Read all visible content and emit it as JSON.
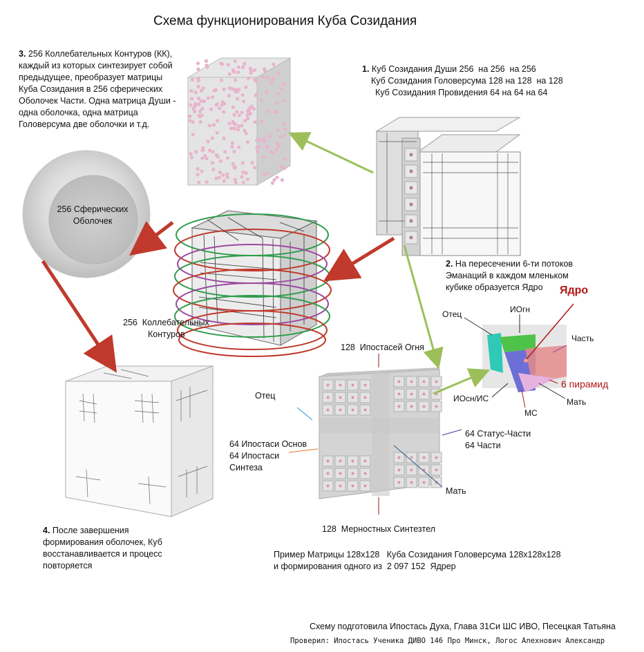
{
  "title": "Схема функционирования Куба Созидания",
  "step1": {
    "num": "1.",
    "line1": "Куб Созидания Души 256  на 256  на 256",
    "line2": "Куб Созидания Головерсума 128 на 128  на 128",
    "line3": "Куб Созидания Провидения 64 на 64 на 64"
  },
  "step2": {
    "num": "2.",
    "line1": "На пересечении 6-ти потоков",
    "line2": "Эманаций в каждом мленьком",
    "line3": "кубике образуется Ядро"
  },
  "step3": {
    "num": "3.",
    "text": "256  Коллебательных Контуров (КК), каждый из которых синтезирует собой предыдущее, преобразует матрицы Куба Созидания в 256  сферических Оболочек Части. Одна матрица Души - одна оболочка, одна матрица Головерсума две оболочки и т.д."
  },
  "step4": {
    "num": "4.",
    "text": "После завершения формирования оболочек, Куб восстанавливается и процесс повторяется"
  },
  "sphere_label": "256 Сферических Оболочек",
  "contours_label_1": "256  Коллебательных",
  "contours_label_2": "Контуров",
  "matrix": {
    "top": "128  Ипостасей Огня",
    "otec": "Отец",
    "left_1": "64 Ипостаси Основ",
    "left_2": "64 Ипостаси",
    "left_3": "Синтеза",
    "right_1": "64 Статус-Части",
    "right_2": "64 Части",
    "mat": "Мать",
    "bottom": "128  Мерностных Синтезтел"
  },
  "core": {
    "title": "Ядро",
    "otec": "Отец",
    "iogn": "ИОгн",
    "chast": "Часть",
    "pyramids": "6 пирамид",
    "iosn": "ИОсн/ИС",
    "mat": "Мать",
    "ms": "МС"
  },
  "example_1": "Пример Матрицы 128х128   Куба Созидания Головерсума 128х128х128",
  "example_2": "и формирования одного из  2 097 152  Ядрер",
  "credit_1": "Схему подготовила Ипостась Духа, Глава 31Си ШС ИВО, Песецкая Татьяна",
  "credit_2_prefix": "Проверил: ",
  "credit_2": "Ипостась Ученика ДИВО 146 Про Минск, Логос Алехнович Александр",
  "colors": {
    "arrow_green": "#9cbf5a",
    "arrow_red": "#c0392b",
    "core_red": "#b01818"
  }
}
